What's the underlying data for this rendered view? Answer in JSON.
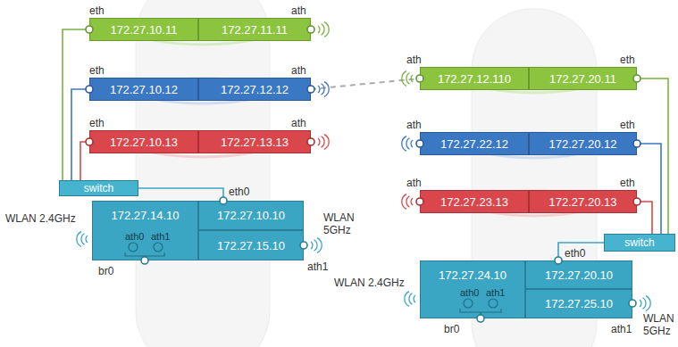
{
  "diagram": {
    "nodes": [
      {
        "text": [
          "172.27.10.11"
        ]
      },
      {
        "text": [
          "172.27.11.11"
        ]
      },
      {
        "text": [
          "172.27.10.12"
        ]
      },
      {
        "text": [
          "172.27.12.12"
        ]
      },
      {
        "text": [
          "172.27.10.13"
        ]
      },
      {
        "text": [
          "172.27.13.13"
        ]
      },
      {
        "text": [
          "switch"
        ]
      },
      {
        "text": [
          "172.27.14.10"
        ]
      },
      {
        "text": [
          "172.27.10.10"
        ]
      },
      {
        "text": [
          "172.27.15.10"
        ]
      },
      {
        "text": [
          "172.27.12.110"
        ]
      },
      {
        "text": [
          "172.27.20.11"
        ]
      },
      {
        "text": [
          "172.27.22.12"
        ]
      },
      {
        "text": [
          "172.27.20.12"
        ]
      },
      {
        "text": [
          "172.27.23.13"
        ]
      },
      {
        "text": [
          "172.27.20.13"
        ]
      },
      {
        "text": [
          "switch"
        ]
      },
      {
        "text": [
          "172.27.24.10"
        ]
      },
      {
        "text": [
          "172.27.20.10"
        ]
      },
      {
        "text": [
          "172.27.25.10"
        ]
      }
    ],
    "edges": [
      {
        "from": 6,
        "to": 0,
        "arrow": "none"
      },
      {
        "from": 6,
        "to": 2,
        "arrow": "none"
      },
      {
        "from": 6,
        "to": 4,
        "arrow": "none"
      },
      {
        "from": 6,
        "to": 8,
        "arrow": "none"
      },
      {
        "from": 3,
        "to": 10,
        "arrow": "none"
      },
      {
        "from": 16,
        "to": 11,
        "arrow": "none"
      },
      {
        "from": 16,
        "to": 13,
        "arrow": "none"
      },
      {
        "from": 16,
        "to": 15,
        "arrow": "none"
      },
      {
        "from": 16,
        "to": 18,
        "arrow": "none"
      }
    ],
    "labels": [
      "eth",
      "ath",
      "eth",
      "ath",
      "eth",
      "ath",
      "eth0",
      "WLAN 2.4GHz",
      "ath0",
      "ath1",
      "WLAN 5GHz",
      "br0",
      "ath1",
      "ath",
      "eth",
      "ath",
      "eth",
      "ath",
      "eth",
      "eth0",
      "WLAN 2.4GHz",
      "ath0",
      "ath1",
      "br0",
      "ath1",
      "WLAN 5GHz"
    ]
  }
}
